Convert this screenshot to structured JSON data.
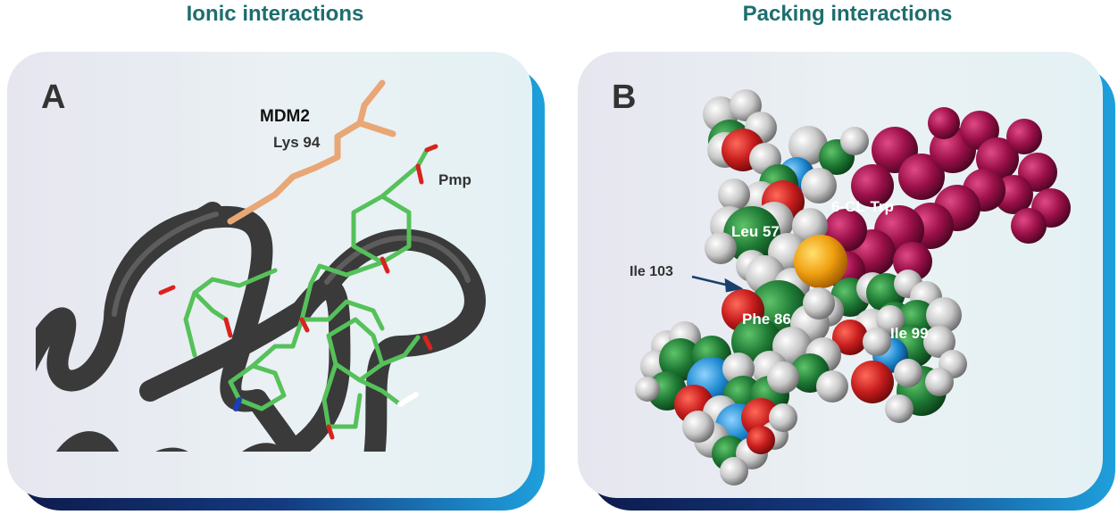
{
  "titles": {
    "left": "Ionic interactions",
    "right": "Packing interactions"
  },
  "panel_a": {
    "letter": "A",
    "labels": {
      "mdm2": "MDM2",
      "lys94": "Lys 94",
      "pmp": "Pmp"
    }
  },
  "panel_b": {
    "letter": "B",
    "labels": {
      "cl_trp": "6-CL-Trp",
      "leu57": "Leu 57",
      "ile103": "Ile 103",
      "phe86": "Phe 86",
      "ile99": "Ile 99"
    }
  },
  "colors": {
    "title": "#1e6e6e",
    "ribbon": "#3a3a3a",
    "lysine": "#e8a775",
    "ligand_carbon": "#55c15a",
    "oxygen": "#d8231f",
    "nitrogen": "#1e88d0",
    "hydrogen": "#cfcfcf",
    "residue_carbon": "#1f7a35",
    "chlorotrp": "#9b1049",
    "chlorine": "#f0a010",
    "frame_gradient_start": "#0d1b4d",
    "frame_gradient_end": "#1ea0dc"
  }
}
